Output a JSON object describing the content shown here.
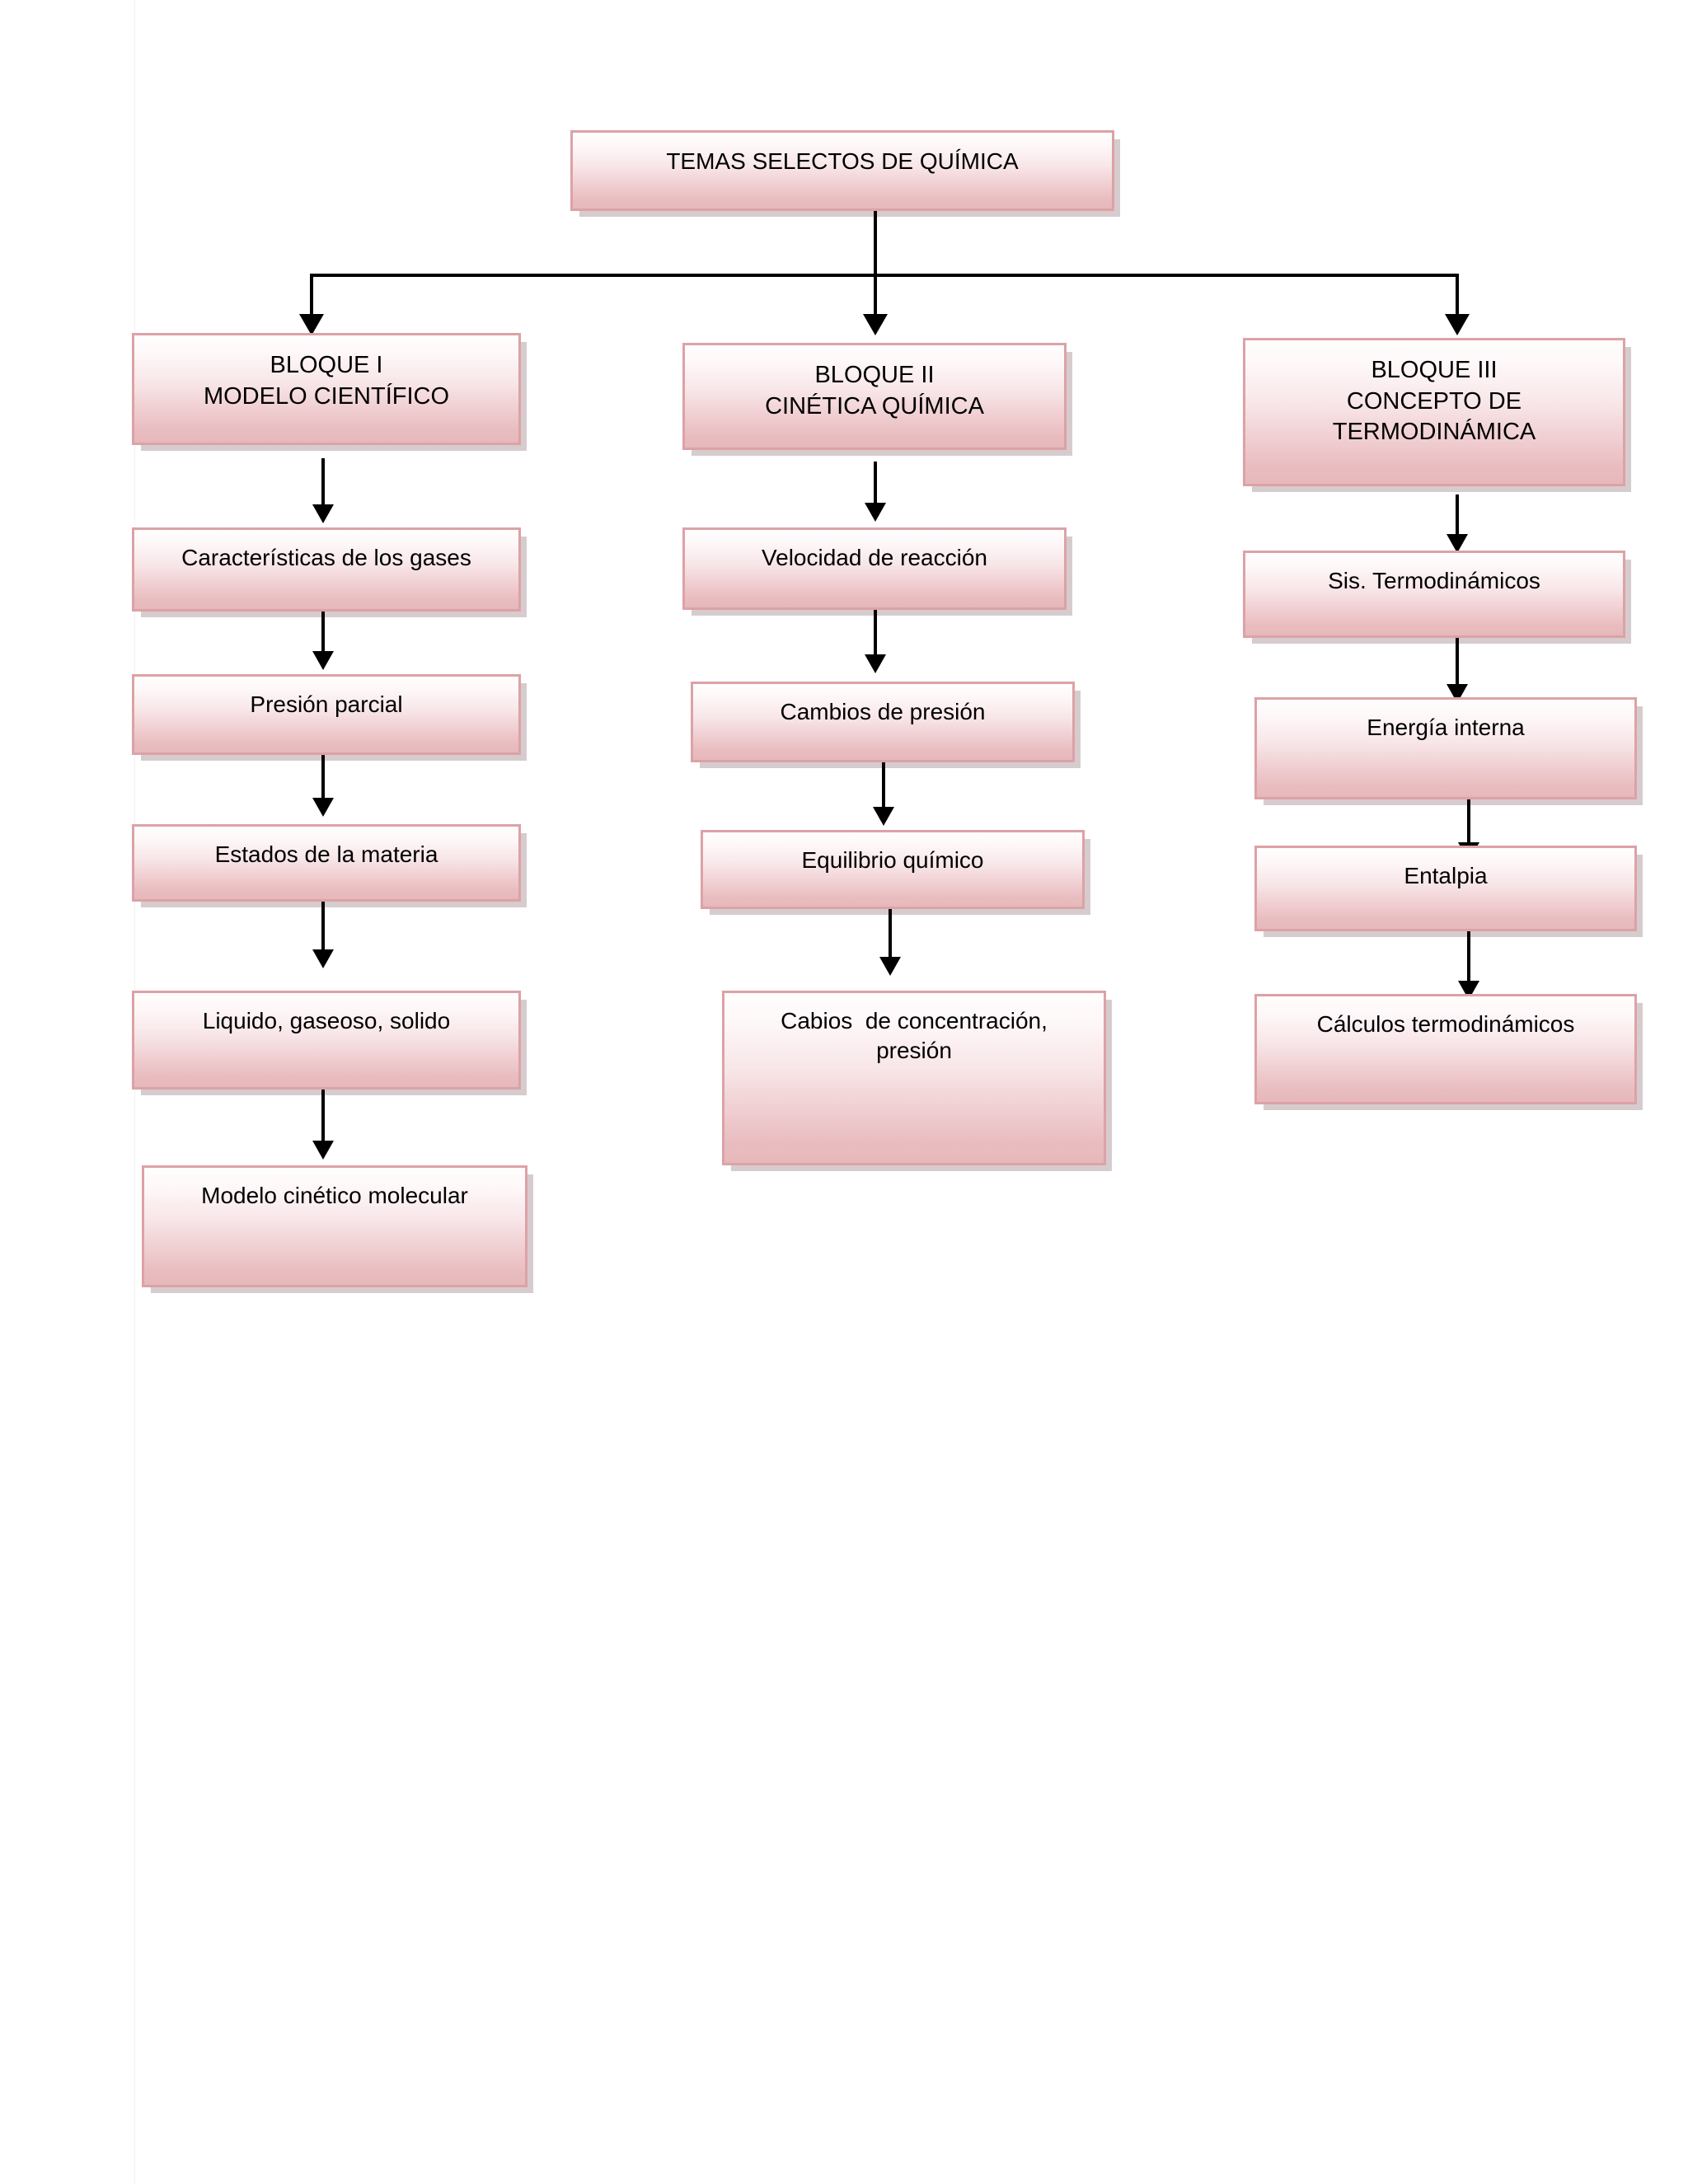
{
  "document": {
    "title": "TEMAS SELECTOS DE QUÍMICA",
    "kind": "flowchart"
  },
  "chart_data": {
    "type": "diagram",
    "layout": "top-down tree, 3 columns",
    "root": "TEMAS SELECTOS DE QUÍMICA",
    "branches": 3
  },
  "root": {
    "label": "TEMAS SELECTOS DE QUÍMICA"
  },
  "columns": [
    {
      "id": "bloque-1",
      "header": {
        "line1": "BLOQUE I",
        "line2": "MODELO CIENTÍFICO",
        "text": "BLOQUE I\nMODELO CIENTÍFICO"
      },
      "topics": [
        {
          "label": "Características de los gases"
        },
        {
          "label": "Presión parcial"
        },
        {
          "label": "Estados de la materia"
        },
        {
          "label": "Liquido, gaseoso, solido"
        },
        {
          "label": "Modelo cinético molecular"
        }
      ]
    },
    {
      "id": "bloque-2",
      "header": {
        "line1": "BLOQUE II",
        "line2": "CINÉTICA QUÍMICA",
        "text": "BLOQUE II\nCINÉTICA QUÍMICA"
      },
      "topics": [
        {
          "label": "Velocidad de reacción"
        },
        {
          "label": "Cambios de presión"
        },
        {
          "label": "Equilibrio químico"
        },
        {
          "label": "Cabios  de concentración,\npresión"
        }
      ]
    },
    {
      "id": "bloque-3",
      "header": {
        "line1": "BLOQUE III",
        "line2": "CONCEPTO DE",
        "line3": "TERMODINÁMICA",
        "text": "BLOQUE III\nCONCEPTO DE\nTERMODINÁMICA"
      },
      "topics": [
        {
          "label": "Sis. Termodinámicos"
        },
        {
          "label": "Energía interna"
        },
        {
          "label": "Entalpia"
        },
        {
          "label": "Cálculos termodinámicos"
        }
      ]
    }
  ],
  "colors": {
    "box_border": "#DCA2A6",
    "box_fill_top": "#FFFDFD",
    "box_fill_bottom": "#E6B8BB",
    "connector": "#000000",
    "page_background": "#FFFFFF",
    "text": "#000000"
  }
}
